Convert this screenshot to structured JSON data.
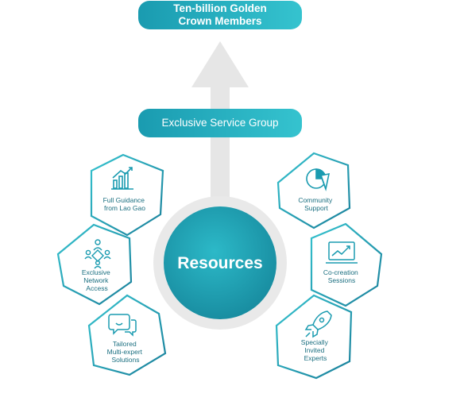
{
  "top_goal": {
    "line1": "Ten-billion Golden",
    "line2": "Crown Members"
  },
  "service_group": {
    "label": "Exclusive Service Group"
  },
  "core": {
    "label": "Resources"
  },
  "left_nodes": [
    {
      "lines": [
        "Full Guidance",
        "from Lao Gao"
      ],
      "icon": "bar-chart-growth-icon"
    },
    {
      "lines": [
        "Exclusive",
        "Network",
        "Access"
      ],
      "icon": "network-people-icon"
    },
    {
      "lines": [
        "Tailored",
        "Multi-expert",
        "Solutions"
      ],
      "icon": "chat-bubble-smile-icon"
    }
  ],
  "right_nodes": [
    {
      "lines": [
        "Community",
        "Support"
      ],
      "icon": "pie-chart-icon"
    },
    {
      "lines": [
        "Co-creation",
        "Sessions"
      ],
      "icon": "monitor-chart-icon"
    },
    {
      "lines": [
        "Specially",
        "Invited",
        "Experts"
      ],
      "icon": "rocket-icon"
    }
  ],
  "colors": {
    "teal_dark": "#1a9bb0",
    "teal_light": "#35c3cf",
    "arrow_grey": "#e6e6e6",
    "text_teal": "#1b6f80"
  }
}
